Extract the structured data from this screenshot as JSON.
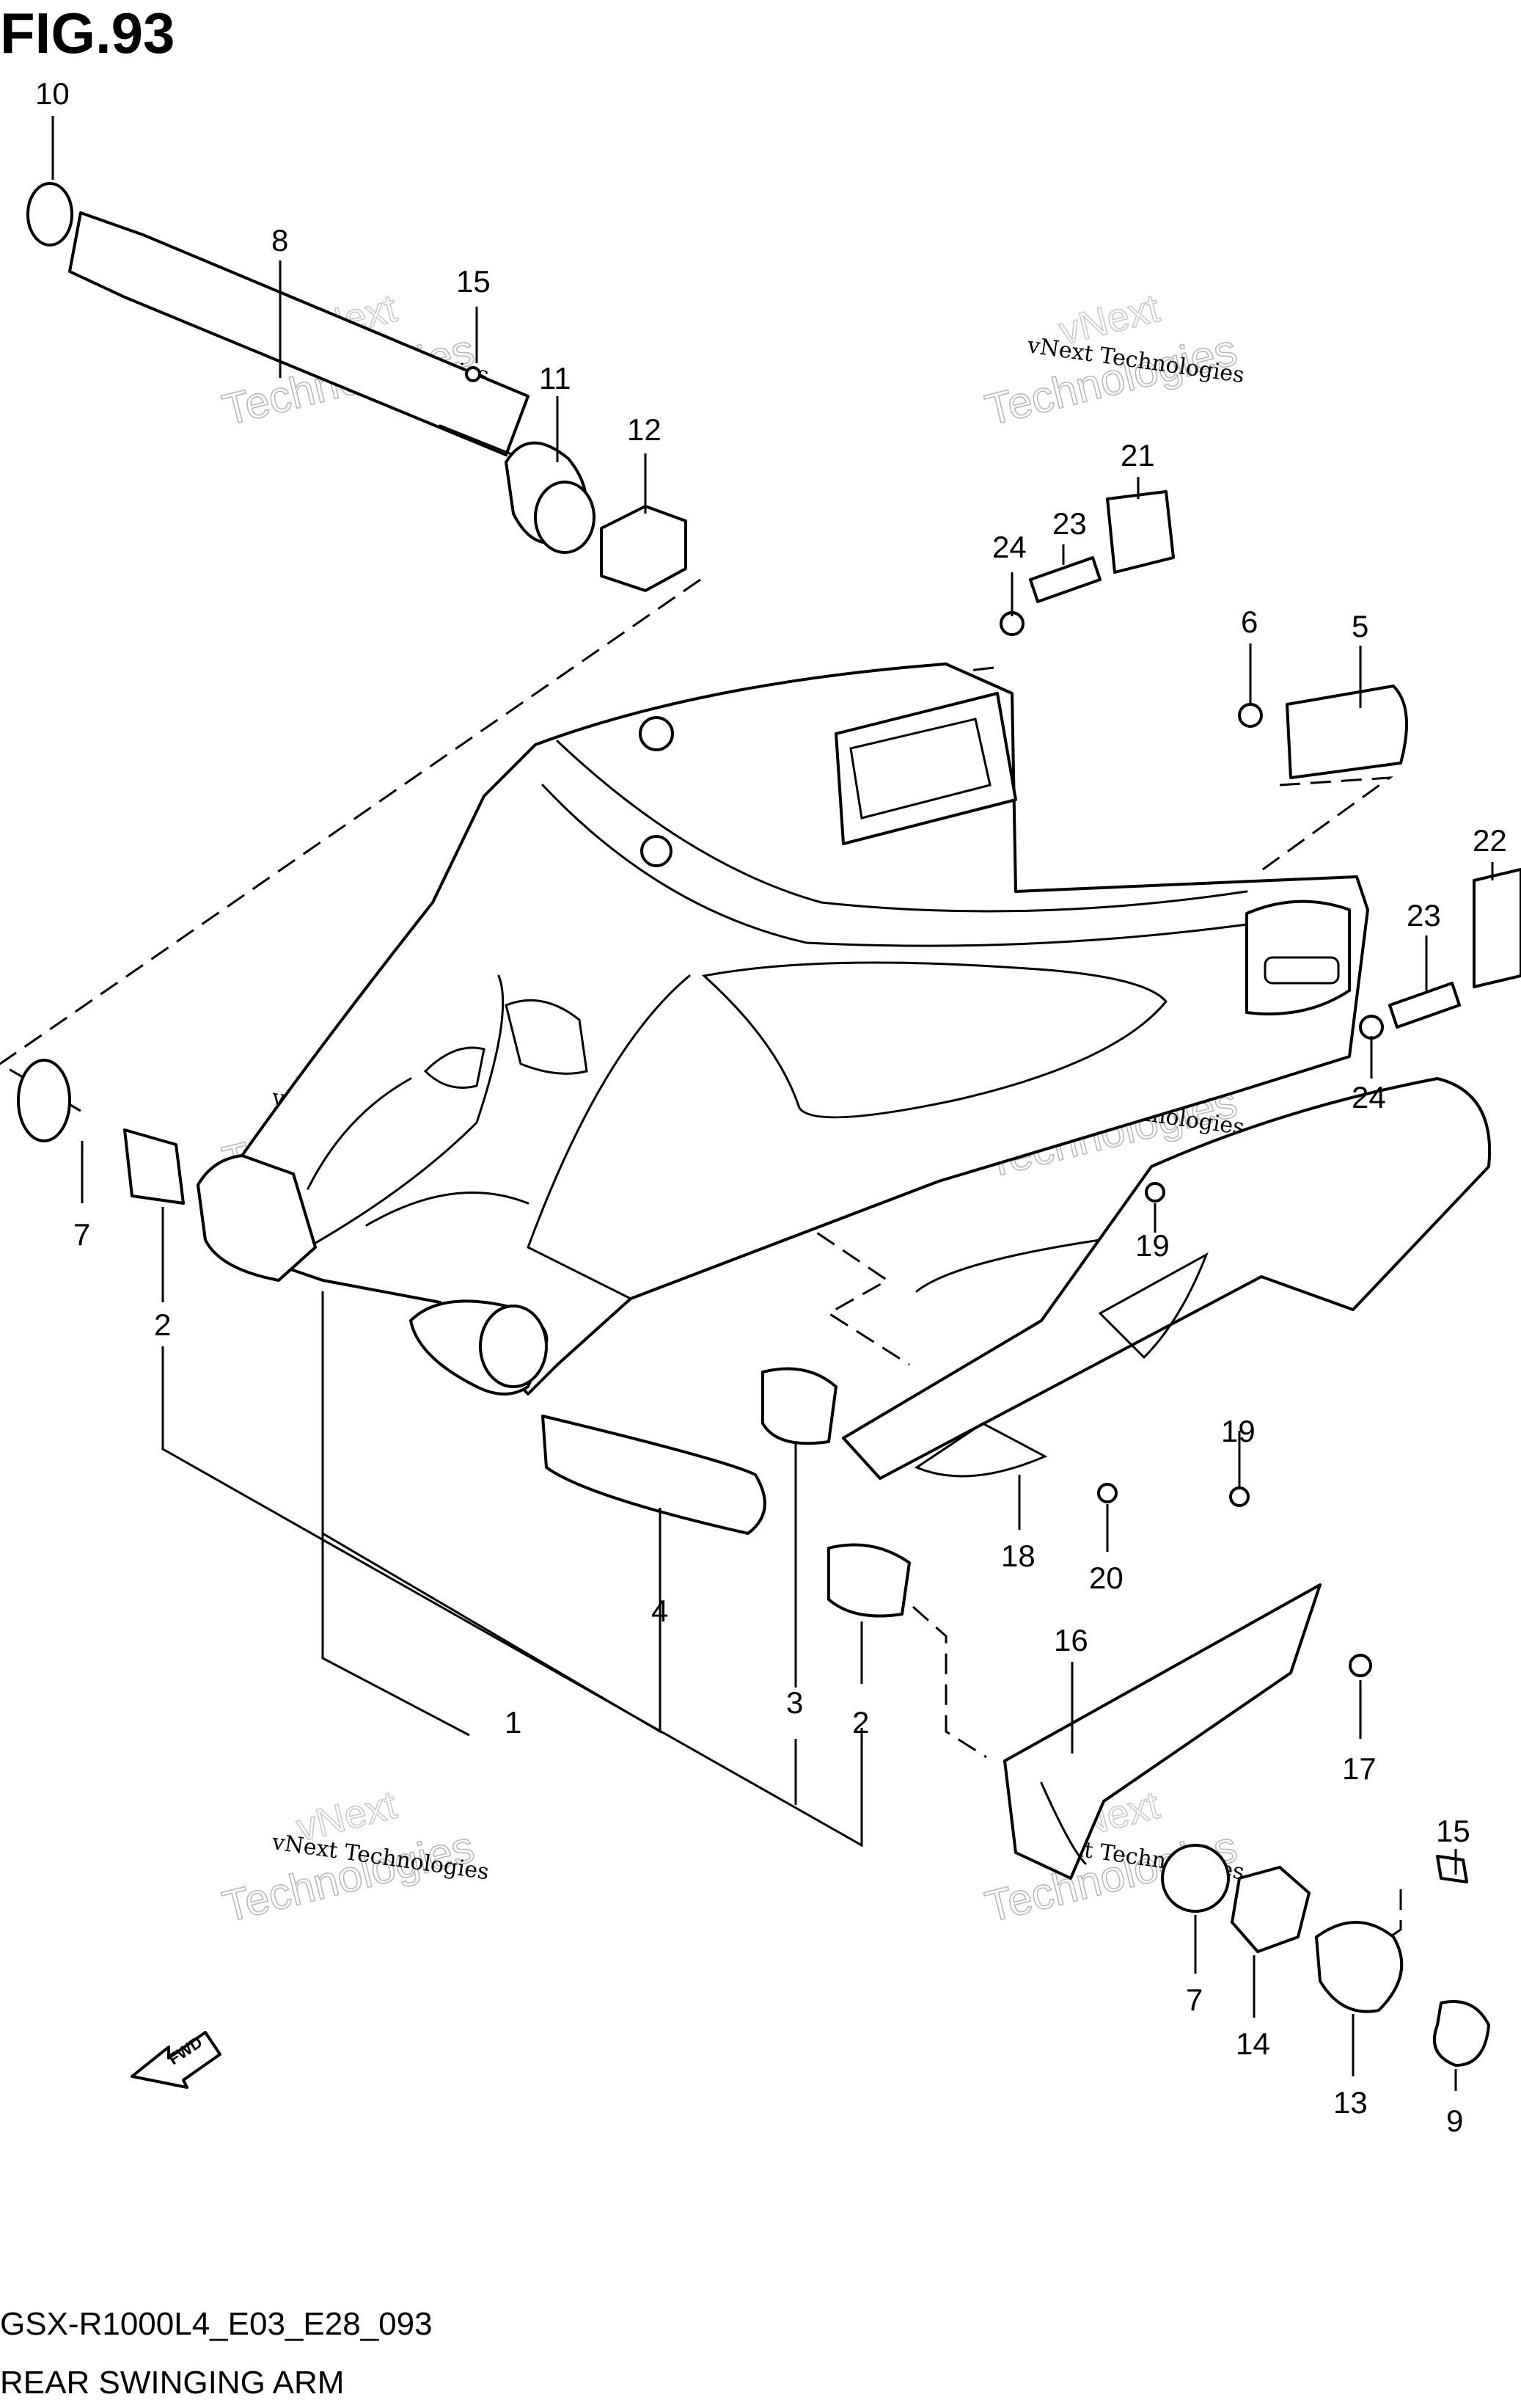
{
  "figure": {
    "title": "FIG.93",
    "model_code": "GSX-R1000L4_E03_E28_093",
    "name": "REAR SWINGING ARM"
  },
  "fwd_marker": "FWD",
  "watermark": {
    "line1": "vNext Technologies",
    "line2": "vNext",
    "line3": "Technologies"
  },
  "part_labels": [
    {
      "id": "l10a",
      "text": "10"
    },
    {
      "id": "l8",
      "text": "8"
    },
    {
      "id": "l15a",
      "text": "15"
    },
    {
      "id": "l11",
      "text": "11"
    },
    {
      "id": "l12",
      "text": "12"
    },
    {
      "id": "l21",
      "text": "21"
    },
    {
      "id": "l23a",
      "text": "23"
    },
    {
      "id": "l24a",
      "text": "24"
    },
    {
      "id": "l6",
      "text": "6"
    },
    {
      "id": "l5",
      "text": "5"
    },
    {
      "id": "l22",
      "text": "22"
    },
    {
      "id": "l23b",
      "text": "23"
    },
    {
      "id": "l24b",
      "text": "24"
    },
    {
      "id": "l7a",
      "text": "7"
    },
    {
      "id": "l2a",
      "text": "2"
    },
    {
      "id": "l19a",
      "text": "19"
    },
    {
      "id": "l19b",
      "text": "19"
    },
    {
      "id": "l18",
      "text": "18"
    },
    {
      "id": "l20",
      "text": "20"
    },
    {
      "id": "l4",
      "text": "4"
    },
    {
      "id": "l1",
      "text": "1"
    },
    {
      "id": "l3",
      "text": "3"
    },
    {
      "id": "l2b",
      "text": "2"
    },
    {
      "id": "l16",
      "text": "16"
    },
    {
      "id": "l17",
      "text": "17"
    },
    {
      "id": "l15b",
      "text": "15"
    },
    {
      "id": "l7b",
      "text": "7"
    },
    {
      "id": "l14",
      "text": "14"
    },
    {
      "id": "l13",
      "text": "13"
    },
    {
      "id": "l9",
      "text": "9"
    }
  ]
}
